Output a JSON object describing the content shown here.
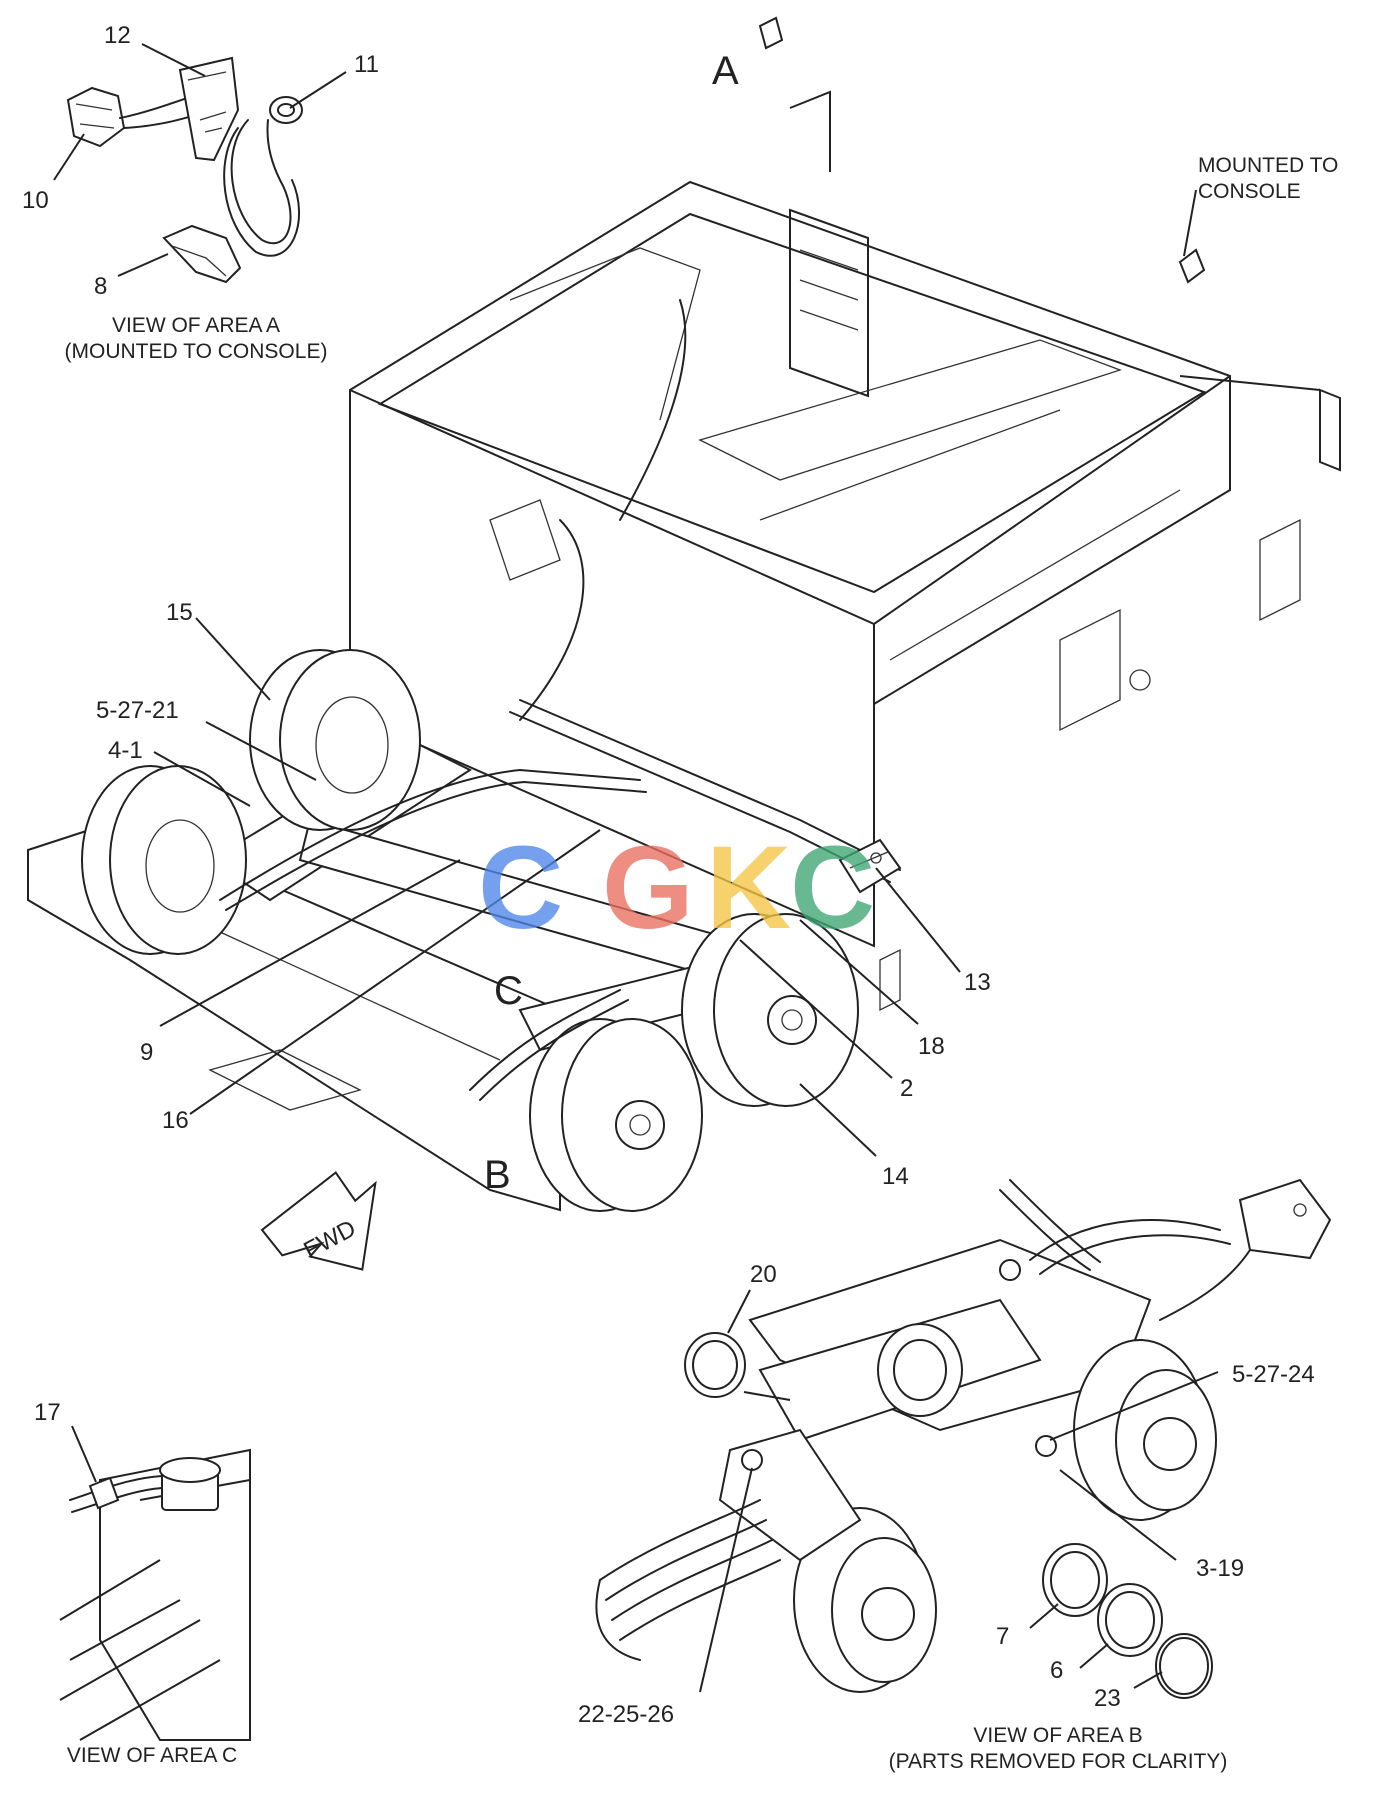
{
  "area_labels": {
    "a": "A",
    "b": "B",
    "c": "C"
  },
  "views": {
    "area_a": [
      "VIEW OF AREA A",
      "(MOUNTED TO CONSOLE)"
    ],
    "area_b": [
      "VIEW OF AREA B",
      "(PARTS REMOVED FOR CLARITY)"
    ],
    "area_c": [
      "VIEW OF AREA C"
    ]
  },
  "note_mounted": [
    "MOUNTED TO",
    "CONSOLE"
  ],
  "forward_arrow": "FWD",
  "watermark": {
    "letters": [
      "C",
      "G",
      "K",
      "C"
    ],
    "colors": [
      "#4f86e8",
      "#ea6f61",
      "#f5c542",
      "#3ea673"
    ]
  },
  "callouts": {
    "c12": "12",
    "c11": "11",
    "c10": "10",
    "c8": "8",
    "c15": "15",
    "c5_27_21": "5-27-21",
    "c4_1": "4-1",
    "c9": "9",
    "c16": "16",
    "c13": "13",
    "c18": "18",
    "c2": "2",
    "c14": "14",
    "c20": "20",
    "c5_27_24": "5-27-24",
    "c3_19": "3-19",
    "c7": "7",
    "c6": "6",
    "c23": "23",
    "c22_25_26": "22-25-26",
    "c17": "17"
  }
}
